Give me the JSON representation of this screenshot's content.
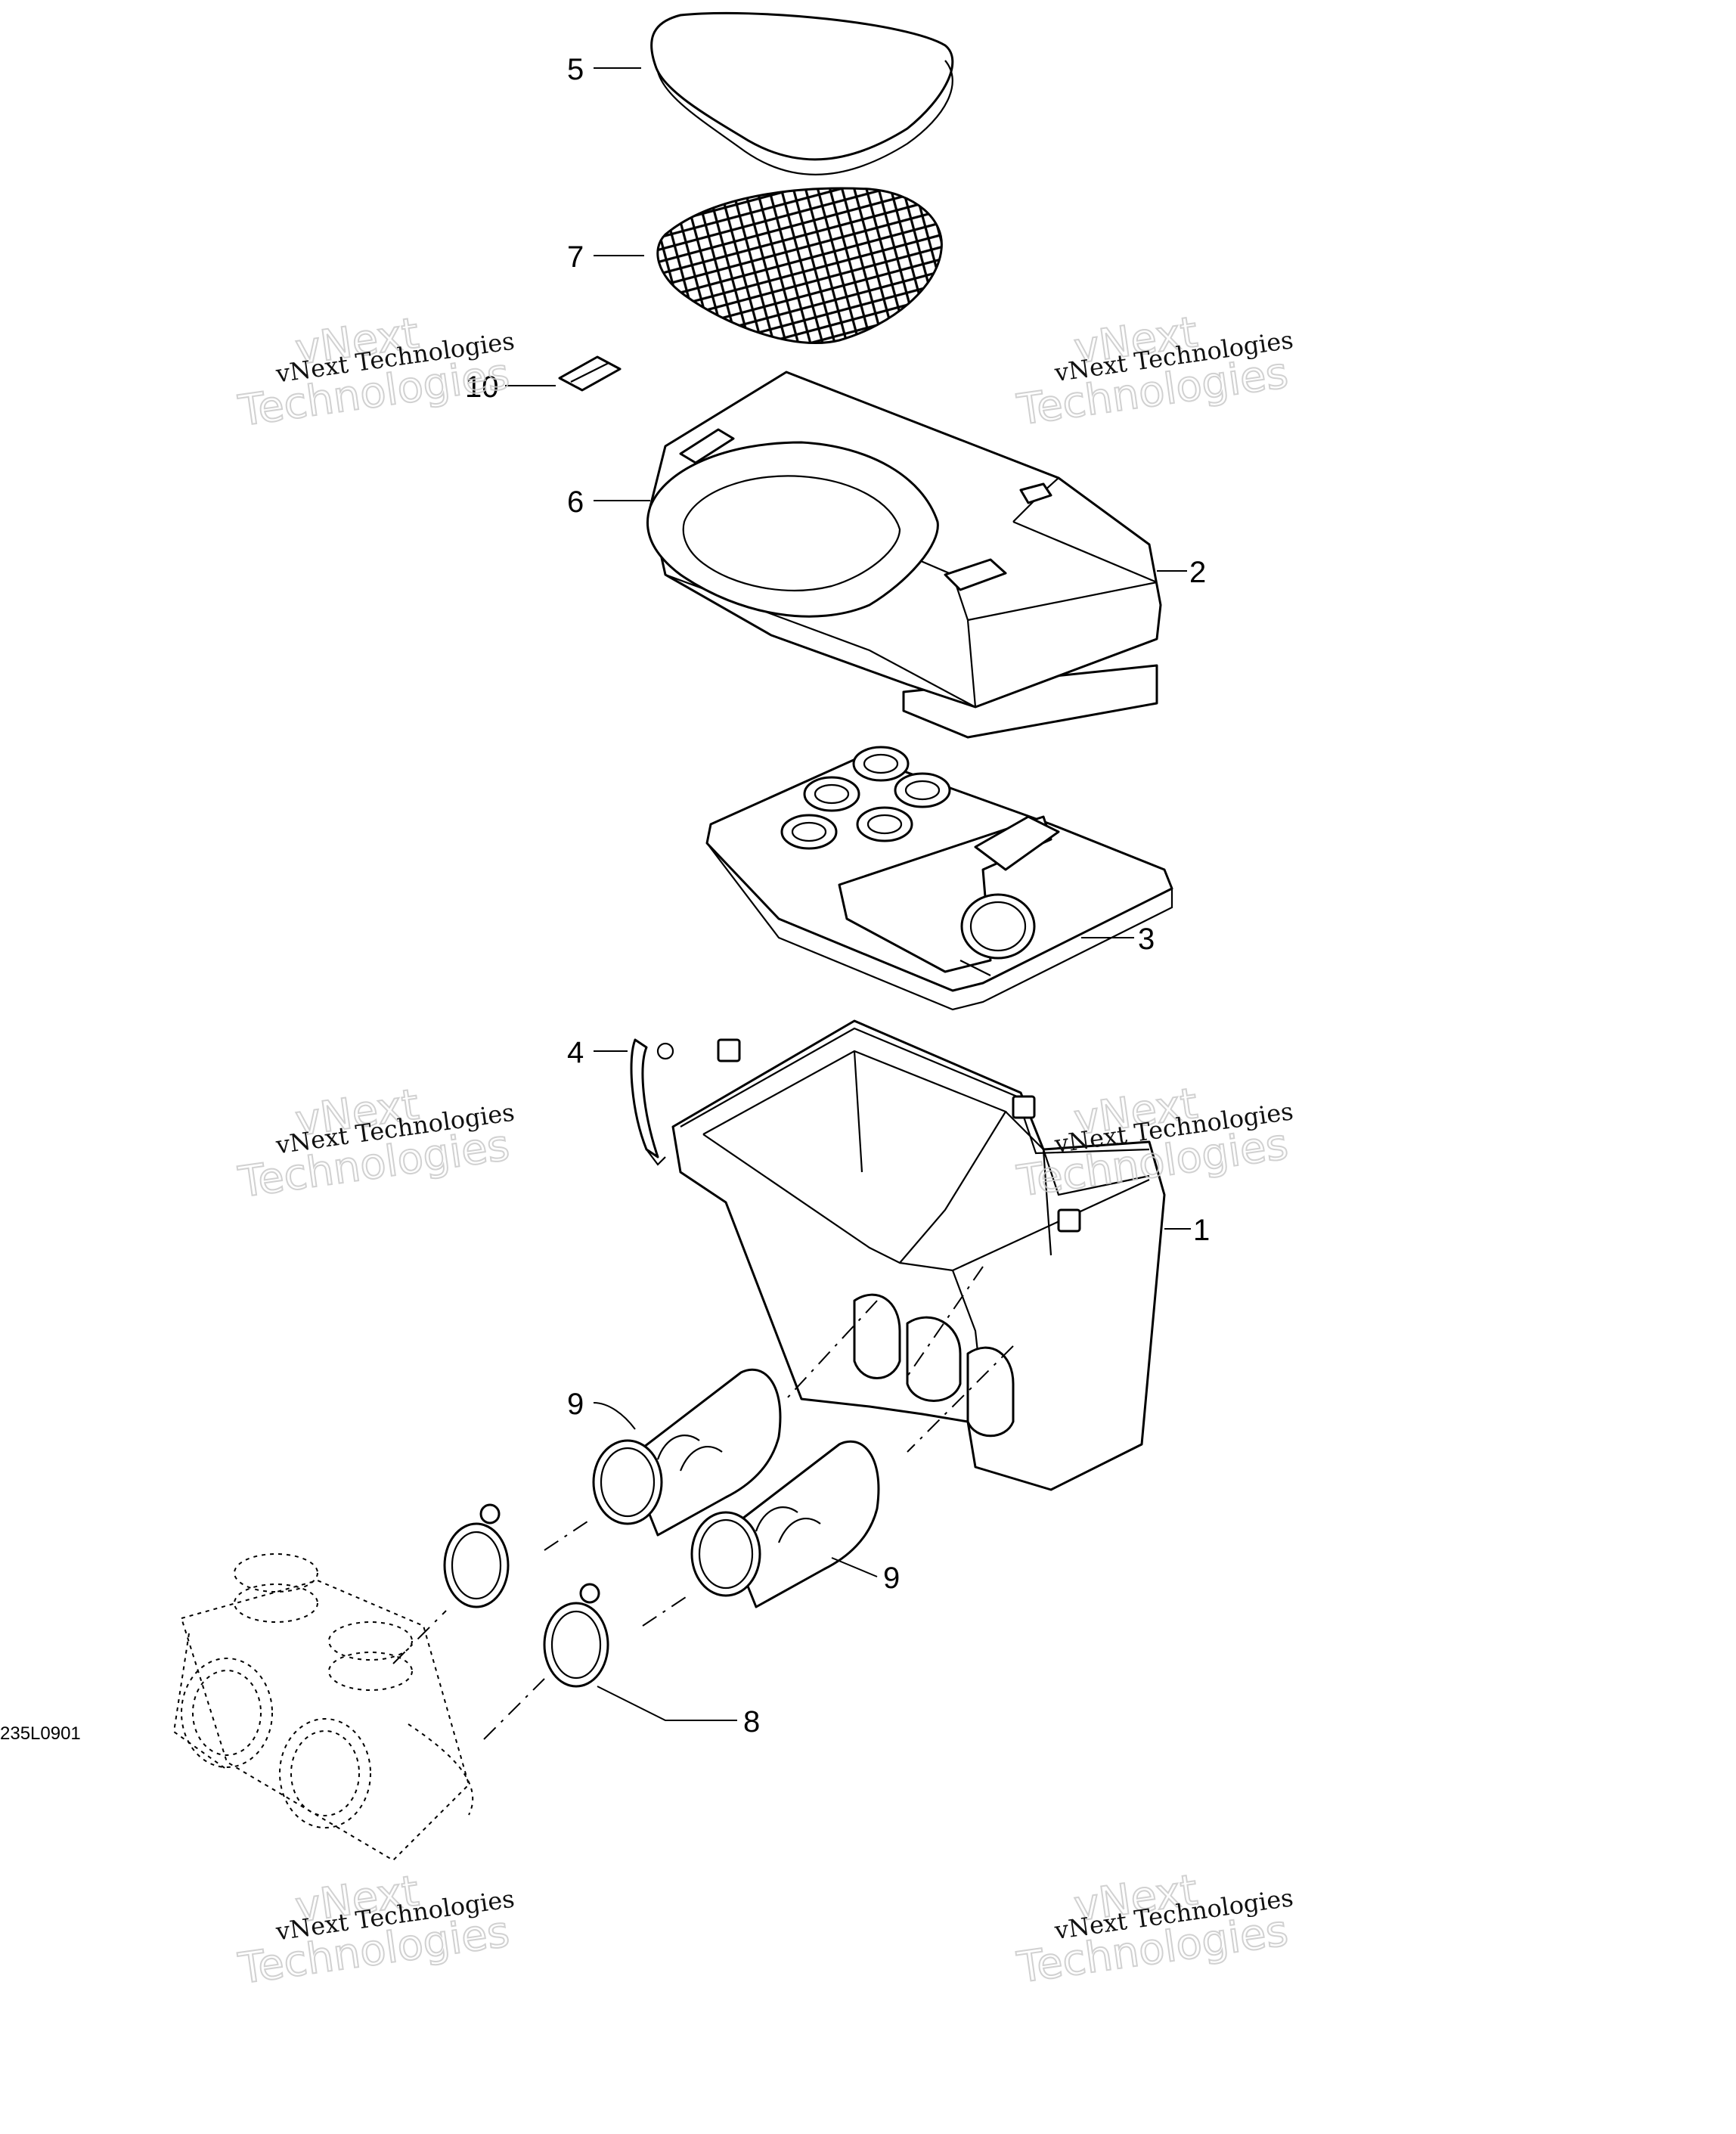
{
  "diagram": {
    "drawing_code": "235L0901",
    "callouts": [
      {
        "id": "c1",
        "label": "1"
      },
      {
        "id": "c2",
        "label": "2"
      },
      {
        "id": "c3",
        "label": "3"
      },
      {
        "id": "c4",
        "label": "4"
      },
      {
        "id": "c5",
        "label": "5"
      },
      {
        "id": "c6",
        "label": "6"
      },
      {
        "id": "c7",
        "label": "7"
      },
      {
        "id": "c8",
        "label": "8"
      },
      {
        "id": "c9a",
        "label": "9"
      },
      {
        "id": "c9b",
        "label": "9"
      },
      {
        "id": "c10",
        "label": "10"
      }
    ]
  },
  "watermark": {
    "line_small": "vNext Technologies",
    "line_big_1": "vNext",
    "line_big_2": "Technologies"
  }
}
